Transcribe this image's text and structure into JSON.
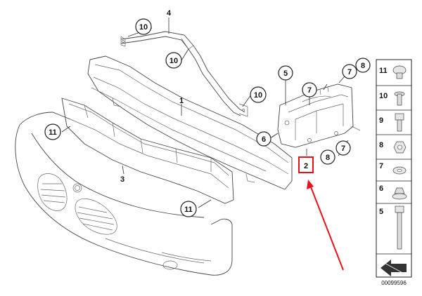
{
  "callouts": {
    "bracket_top_left": "10",
    "bracket_mid": "10",
    "bracket_right": "10",
    "bracket_label": "4",
    "beam_label": "1",
    "absorber_label": "3",
    "bumper_upper": "11",
    "bumper_lower": "11",
    "mount_5": "5",
    "mount_7a": "7",
    "mount_7b": "7",
    "mount_8a": "8",
    "mount_6": "6",
    "mount_8b": "8",
    "mount_7c": "7",
    "highlighted_part": "2"
  },
  "legend": {
    "items": [
      "11",
      "10",
      "9",
      "8",
      "7",
      "6",
      "5"
    ]
  },
  "reference_number": "00099596",
  "colors": {
    "highlight": "#e8131a",
    "lines": "#444444",
    "legend_border": "#222222"
  }
}
